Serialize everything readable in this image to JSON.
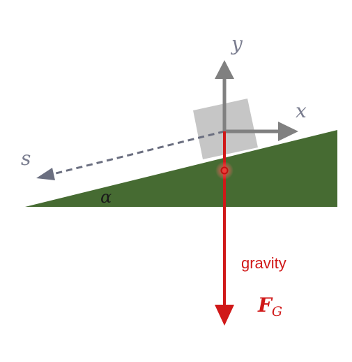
{
  "labels": {
    "y_axis": "y",
    "x_axis": "x",
    "s_axis": "s",
    "angle": "α",
    "gravity": "gravity",
    "force_main": "F",
    "force_sub": "G"
  },
  "colors": {
    "incline": "#466b32",
    "block": "#c3c3c3",
    "axis": "#808080",
    "s_arrow": "#6b6f80",
    "gravity": "#d01818",
    "label_gray": "#7a7d8f",
    "angle_label": "#1a1a1a"
  },
  "icons": {
    "axis_head": "arrow-head",
    "center_of_mass": "glowing-dot"
  }
}
